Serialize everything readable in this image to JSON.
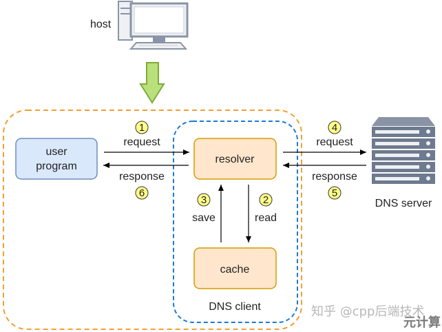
{
  "host": {
    "label": "host"
  },
  "user_program": {
    "label_line1": "user",
    "label_line2": "program"
  },
  "resolver": {
    "label": "resolver"
  },
  "cache": {
    "label": "cache"
  },
  "dns_client": {
    "label": "DNS client"
  },
  "dns_server": {
    "label": "DNS server"
  },
  "steps": [
    {
      "number": "1",
      "label": "request"
    },
    {
      "number": "2",
      "label": "read"
    },
    {
      "number": "3",
      "label": "save"
    },
    {
      "number": "4",
      "label": "request"
    },
    {
      "number": "5",
      "label": "response"
    },
    {
      "number": "6",
      "label": "response"
    }
  ],
  "watermark": {
    "text": "知乎 @cpp后端技术",
    "badge": "元计算"
  },
  "colors": {
    "outer_border": "#f0a030",
    "inner_border": "#1a7ad4",
    "user_fill": "#dae8fc",
    "user_stroke": "#6c8ebf",
    "box_fill": "#ffe6cc",
    "box_stroke": "#d79b00",
    "step_fill": "#ffff88",
    "green_arrow": "#b9e07a"
  }
}
